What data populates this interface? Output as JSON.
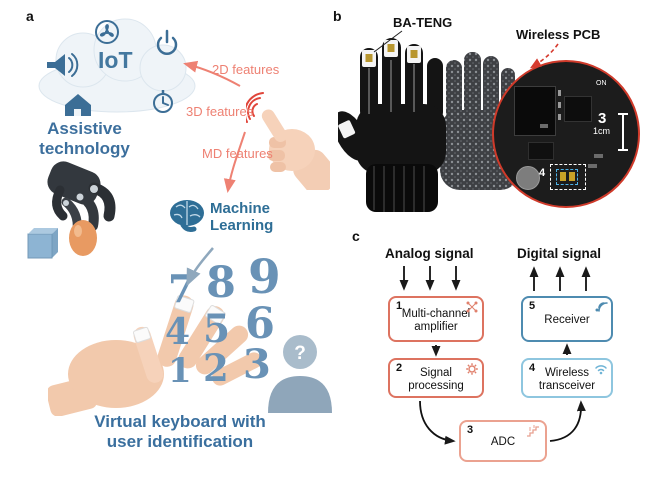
{
  "figure": {
    "panel_a": {
      "label": "a",
      "iot": "IoT",
      "assistive": "Assistive\ntechnology",
      "feature_2d": "2D features",
      "feature_3d": "3D features",
      "feature_md": "MD features",
      "machine_learning": "Machine\nLearning",
      "keypad": [
        "7",
        "8",
        "9",
        "4",
        "5",
        "6",
        "1",
        "2",
        "3"
      ],
      "question_mark": "?",
      "caption": "Virtual keyboard with\nuser identification"
    },
    "panel_b": {
      "label": "b",
      "ba_teng": "BA-TENG",
      "wireless_pcb": "Wireless PCB",
      "scale": "1cm",
      "num_3": "3",
      "num_4": "4",
      "on": "ON"
    },
    "panel_c": {
      "label": "c",
      "analog": "Analog signal",
      "digital": "Digital signal",
      "boxes": [
        {
          "num": "1",
          "label": "Multi-channel amplifier"
        },
        {
          "num": "2",
          "label": "Signal processing"
        },
        {
          "num": "3",
          "label": "ADC"
        },
        {
          "num": "4",
          "label": "Wireless transceiver"
        },
        {
          "num": "5",
          "label": "Receiver"
        }
      ]
    },
    "colors": {
      "blue_text": "#3c6f9d",
      "salmon_text": "#ee8173",
      "box_red": "#dd7360",
      "box_red_light": "#eba290",
      "box_blue_light": "#8ec6df",
      "box_blue": "#4e8bb0"
    }
  }
}
